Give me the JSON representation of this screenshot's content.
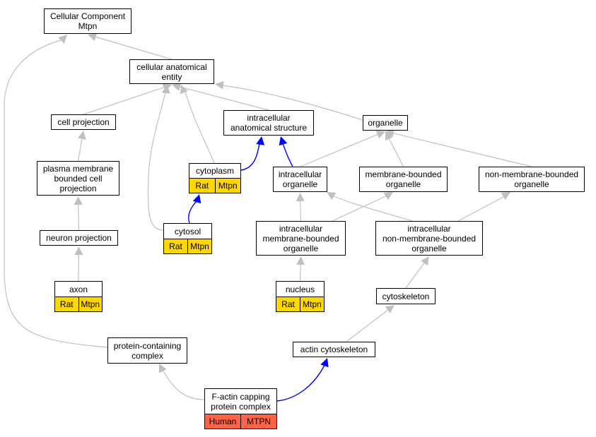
{
  "colors": {
    "edge_default": "#c0c0c0",
    "edge_highlight": "#0000ff",
    "tag_rat": "#ffd700",
    "tag_human": "#ff6347",
    "node_border": "#000000"
  },
  "nodes": [
    {
      "id": "cellular-component",
      "label": "Cellular Component\nMtpn"
    },
    {
      "id": "cellular-anatomical-entity",
      "label": "cellular anatomical\nentity"
    },
    {
      "id": "cell-projection",
      "label": "cell projection"
    },
    {
      "id": "intracellular-anatomical-structure",
      "label": "intracellular\nanatomical structure"
    },
    {
      "id": "organelle",
      "label": "organelle"
    },
    {
      "id": "plasma-membrane-bounded-cell-projection",
      "label": "plasma membrane\nbounded cell\nprojection"
    },
    {
      "id": "cytoplasm",
      "label": "cytoplasm",
      "tags": [
        "Rat",
        "Mtpn"
      ],
      "tag_color": "rat"
    },
    {
      "id": "intracellular-organelle",
      "label": "intracellular\norganelle"
    },
    {
      "id": "membrane-bounded-organelle",
      "label": "membrane-bounded\norganelle"
    },
    {
      "id": "non-membrane-bounded-organelle",
      "label": "non-membrane-bounded\norganelle"
    },
    {
      "id": "neuron-projection",
      "label": "neuron projection"
    },
    {
      "id": "cytosol",
      "label": "cytosol",
      "tags": [
        "Rat",
        "Mtpn"
      ],
      "tag_color": "rat"
    },
    {
      "id": "intracellular-membrane-bounded-organelle",
      "label": "intracellular\nmembrane-bounded\norganelle"
    },
    {
      "id": "intracellular-non-membrane-bounded-organelle",
      "label": "intracellular\nnon-membrane-bounded\norganelle"
    },
    {
      "id": "axon",
      "label": "axon",
      "tags": [
        "Rat",
        "Mtpn"
      ],
      "tag_color": "rat"
    },
    {
      "id": "nucleus",
      "label": "nucleus",
      "tags": [
        "Rat",
        "Mtpn"
      ],
      "tag_color": "rat"
    },
    {
      "id": "cytoskeleton",
      "label": "cytoskeleton"
    },
    {
      "id": "protein-containing-complex",
      "label": "protein-containing\ncomplex"
    },
    {
      "id": "actin-cytoskeleton",
      "label": "actin cytoskeleton"
    },
    {
      "id": "f-actin-capping-protein-complex",
      "label": "F-actin capping\nprotein complex",
      "tags": [
        "Human",
        "MTPN"
      ],
      "tag_color": "human"
    }
  ],
  "edges": [
    {
      "from": "cellular-anatomical-entity",
      "to": "cellular-component",
      "highlight": false
    },
    {
      "from": "protein-containing-complex",
      "to": "cellular-component",
      "highlight": false
    },
    {
      "from": "cell-projection",
      "to": "cellular-anatomical-entity",
      "highlight": false
    },
    {
      "from": "cytosol",
      "to": "cellular-anatomical-entity",
      "highlight": false
    },
    {
      "from": "cytoplasm",
      "to": "cellular-anatomical-entity",
      "highlight": false
    },
    {
      "from": "intracellular-anatomical-structure",
      "to": "cellular-anatomical-entity",
      "highlight": false
    },
    {
      "from": "organelle",
      "to": "cellular-anatomical-entity",
      "highlight": false
    },
    {
      "from": "plasma-membrane-bounded-cell-projection",
      "to": "cell-projection",
      "highlight": false
    },
    {
      "from": "neuron-projection",
      "to": "plasma-membrane-bounded-cell-projection",
      "highlight": false
    },
    {
      "from": "axon",
      "to": "neuron-projection",
      "highlight": false
    },
    {
      "from": "cytoplasm",
      "to": "intracellular-anatomical-structure",
      "highlight": true
    },
    {
      "from": "intracellular-organelle",
      "to": "intracellular-anatomical-structure",
      "highlight": true
    },
    {
      "from": "cytosol",
      "to": "cytoplasm",
      "highlight": true
    },
    {
      "from": "intracellular-organelle",
      "to": "organelle",
      "highlight": false
    },
    {
      "from": "membrane-bounded-organelle",
      "to": "organelle",
      "highlight": false
    },
    {
      "from": "non-membrane-bounded-organelle",
      "to": "organelle",
      "highlight": false
    },
    {
      "from": "intracellular-membrane-bounded-organelle",
      "to": "intracellular-organelle",
      "highlight": false
    },
    {
      "from": "intracellular-non-membrane-bounded-organelle",
      "to": "intracellular-organelle",
      "highlight": false
    },
    {
      "from": "intracellular-membrane-bounded-organelle",
      "to": "membrane-bounded-organelle",
      "highlight": false
    },
    {
      "from": "intracellular-non-membrane-bounded-organelle",
      "to": "non-membrane-bounded-organelle",
      "highlight": false
    },
    {
      "from": "nucleus",
      "to": "intracellular-membrane-bounded-organelle",
      "highlight": false
    },
    {
      "from": "cytoskeleton",
      "to": "intracellular-non-membrane-bounded-organelle",
      "highlight": false
    },
    {
      "from": "actin-cytoskeleton",
      "to": "cytoskeleton",
      "highlight": false
    },
    {
      "from": "f-actin-capping-protein-complex",
      "to": "protein-containing-complex",
      "highlight": false
    },
    {
      "from": "f-actin-capping-protein-complex",
      "to": "actin-cytoskeleton",
      "highlight": true
    }
  ]
}
